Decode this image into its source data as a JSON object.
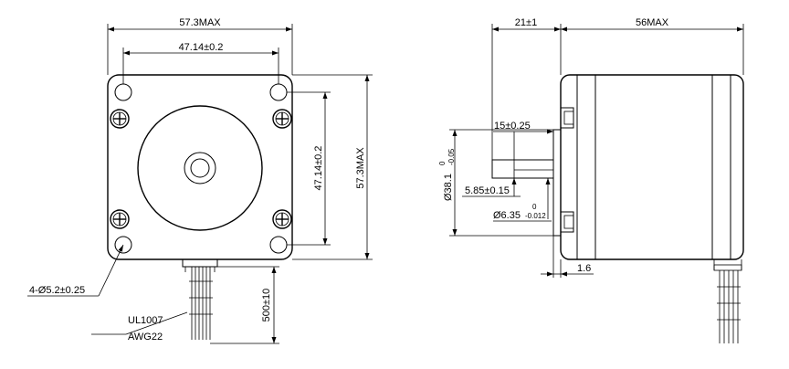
{
  "front_view": {
    "width_overall": "57.3MAX",
    "hole_spacing_top": "47.14±0.2",
    "hole_spacing_side": "47.14±0.2",
    "height_overall": "57.3MAX",
    "mounting_holes": "4-Ø5.2±0.25",
    "wire_type_line1": "UL1007",
    "wire_type_line2": "AWG22",
    "lead_length": "500±10"
  },
  "side_view": {
    "shaft_length": "21±1",
    "body_length": "56MAX",
    "flat_length": "15±0.25",
    "pilot_diameter": "Ø38.1",
    "pilot_tol_upper": "0",
    "pilot_tol_lower": "-0.05",
    "flat_depth": "5.85±0.15",
    "shaft_diameter": "Ø6.35",
    "shaft_tol_upper": "0",
    "shaft_tol_lower": "-0.012",
    "pilot_thickness": "1.6"
  }
}
